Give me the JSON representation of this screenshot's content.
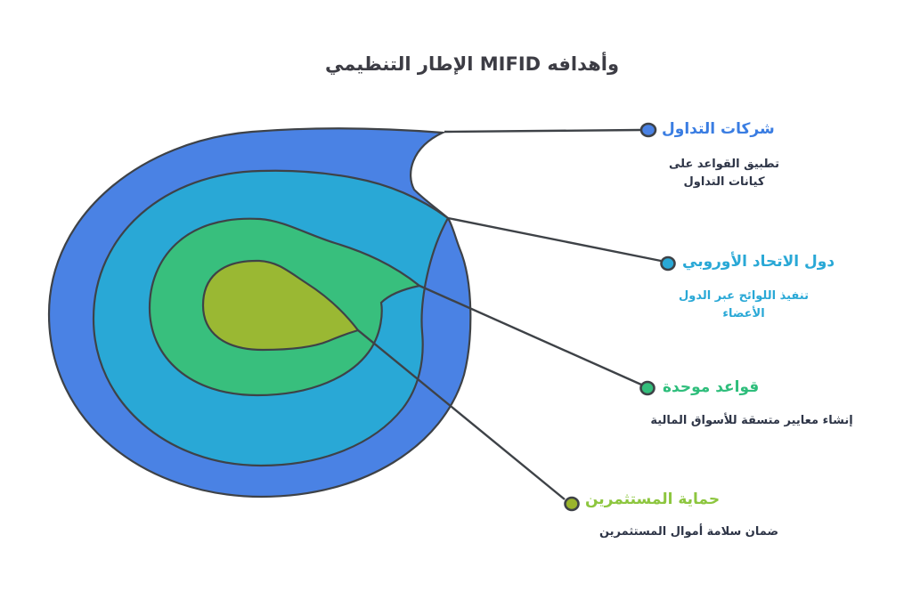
{
  "title": "وأهدافه MIFID الإطار التنظيمي",
  "colors": {
    "background": "#ffffff",
    "outline": "#3e4247",
    "title_text": "#3c3c44",
    "body_text": "#2e3547"
  },
  "items": [
    {
      "label": "شركات التداول",
      "description": "تطبيق القواعد على كيانات التداول",
      "label_color": "#3a7de2",
      "description_color": "#2e3547",
      "blob_fill": "#4a82e4",
      "marker_fill": "#4a82e4"
    },
    {
      "label": "دول الاتحاد الأوروبي",
      "description": "تنفيذ اللوائح عبر الدول الأعضاء",
      "label_color": "#29a8d6",
      "description_color": "#29a8d6",
      "blob_fill": "#29a8d6",
      "marker_fill": "#29a8d6"
    },
    {
      "label": "قواعد موحدة",
      "description": "إنشاء معايير متسقة للأسواق المالية",
      "label_color": "#2fbe7c",
      "description_color": "#2e3547",
      "blob_fill": "#38bf7d",
      "marker_fill": "#33be7b"
    },
    {
      "label": "حماية المستثمرين",
      "description": "ضمان سلامة أموال المستثمرين",
      "label_color": "#8dc63f",
      "description_color": "#2e3547",
      "blob_fill": "#9ab833",
      "marker_fill": "#9ab42c"
    }
  ]
}
